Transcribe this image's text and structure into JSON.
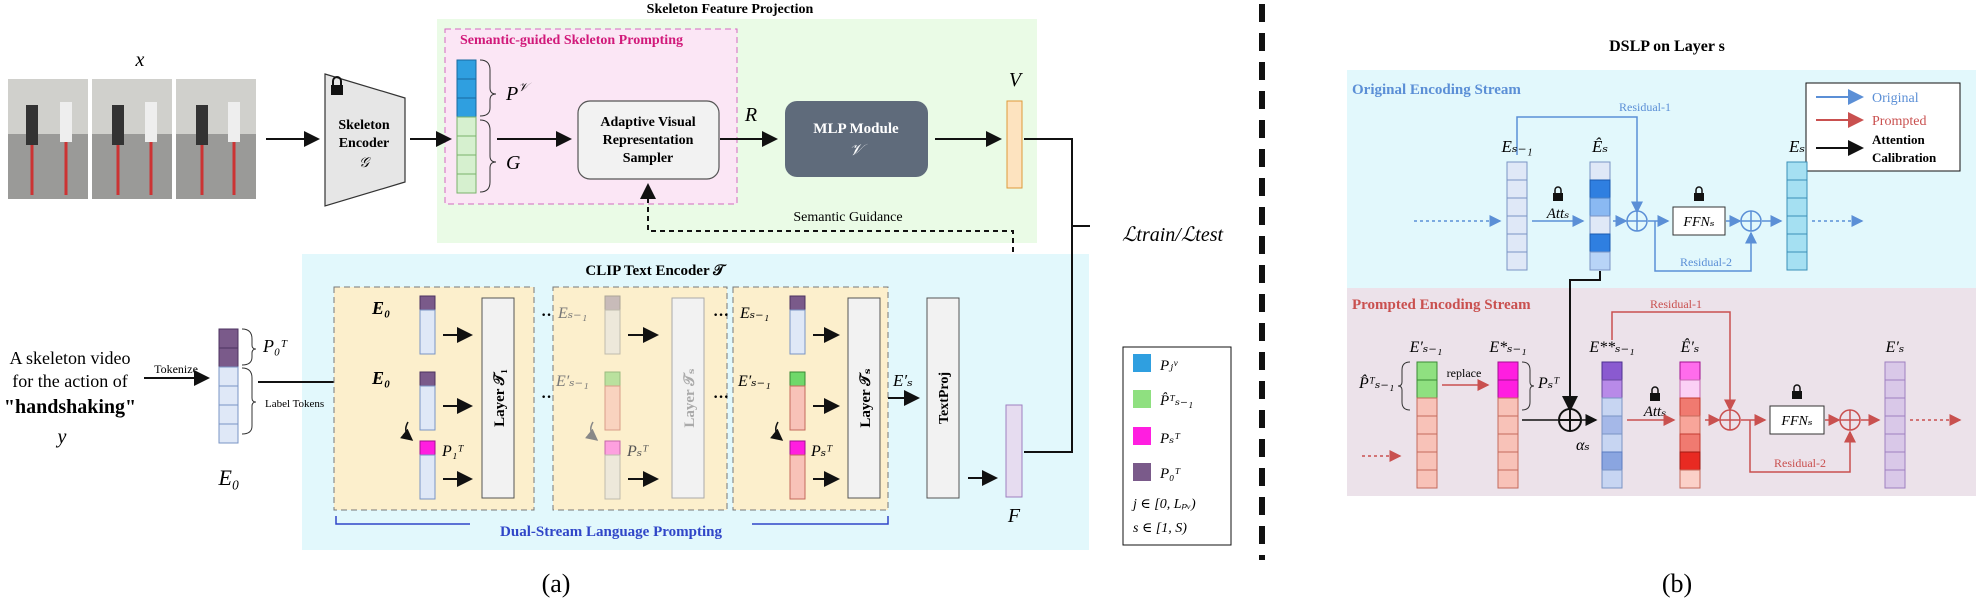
{
  "top": {
    "skeleton_projection_title": "Skeleton Feature Projection",
    "semantic_prompting_title": "Semantic-guided  Skeleton Prompting",
    "input_label": "x",
    "encoder_line1": "Skeleton",
    "encoder_line2": "Encoder",
    "encoder_symbol": "𝒢",
    "pv_label": "P",
    "pv_sup": "𝒱",
    "g_label": "G",
    "sampler_line1": "Adaptive Visual",
    "sampler_line2": "Representation",
    "sampler_line3": "Sampler",
    "r_label": "R",
    "mlp_line1": "MLP Module",
    "mlp_symbol": "𝒱",
    "v_label": "V",
    "semantic_guidance": "Semantic Guidance",
    "loss_label": "ℒtrain/ℒtest"
  },
  "bottom": {
    "clip_title": "CLIP Text Encoder 𝒯",
    "caption_line1": "A skeleton video",
    "caption_line2": "for the action of",
    "caption_line3": "\"handshaking\"",
    "caption_var": "y",
    "tokenize": "Tokenize",
    "label_tokens": "Label Tokens",
    "e0_label": "E₀",
    "p0_label": "P₀ᵀ",
    "e0_top": "E₀",
    "e0_mid": "E₀",
    "p1t": "P₁ᵀ",
    "layer1": "Layer 𝒯₁",
    "es1": "Eₛ₋₁",
    "es1p": "E′ₛ₋₁",
    "pst": "Pₛᵀ",
    "layers": "Layer 𝒯ₛ",
    "eS1": "Eₛ₋₁",
    "eS1p": "E′ₛ₋₁",
    "pSt": "Pₛᵀ",
    "layerS": "Layer 𝒯ₛ",
    "esprime": "E′ₛ",
    "textproj": "TextProj",
    "f_label": "F",
    "dual_stream": "Dual-Stream Language Prompting",
    "dots": "···"
  },
  "legend": {
    "pj": "Pⱼᵛ",
    "phat": "P̂ᵀₛ₋₁",
    "ps": "Pₛᵀ",
    "p0": "P₀ᵀ",
    "j_range": "j ∈ [0, Lₚᵥ)",
    "s_range": "s ∈ [1, S)"
  },
  "right": {
    "title": "DSLP on Layer  s",
    "orig_stream": "Original Encoding Stream",
    "prompt_stream": "Prompted Encoding Stream",
    "residual1_top": "Residual-1",
    "residual2_top": "Residual-2",
    "residual1_bot": "Residual-1",
    "residual2_bot": "Residual-2",
    "es_minus1": "Eₛ₋₁",
    "es_hat": "Êₛ",
    "es": "Eₛ",
    "att_top": "Attₛ",
    "ffn_top": "FFNₛ",
    "legend_original": "Original",
    "legend_prompted": "Prompted",
    "legend_att1": "Attention",
    "legend_att2": "Calibration",
    "phat_bot": "P̂ᵀₛ₋₁",
    "replace": "replace",
    "e_prime_s1": "E′ₛ₋₁",
    "e_star": "E*ₛ₋₁",
    "ps_bot": "Pₛᵀ",
    "e_starstar": "E**ₛ₋₁",
    "alpha": "αₛ",
    "att_bot": "Attₛ",
    "es_hat_prime": "Ê′ₛ",
    "ffn_bot": "FFNₛ",
    "es_prime": "E′ₛ"
  },
  "captions": {
    "a": "(a)",
    "b": "(b)"
  },
  "colors": {
    "green_bg": "#eafbe6",
    "pink_bg": "#fbe6f5",
    "cyan_bg": "#e2f8fc",
    "yellow_bg": "#fcefcc",
    "mauve_bg": "#ece2ea",
    "blue_token": "#2f9fe0",
    "green_token": "#b9e8b0",
    "magenta_token": "#ff1ee0",
    "purple_token": "#7a5a8a",
    "mlp_fill": "#5f6b7b",
    "orig_arrow": "#5b8fd6",
    "prompt_arrow": "#c9504f"
  }
}
